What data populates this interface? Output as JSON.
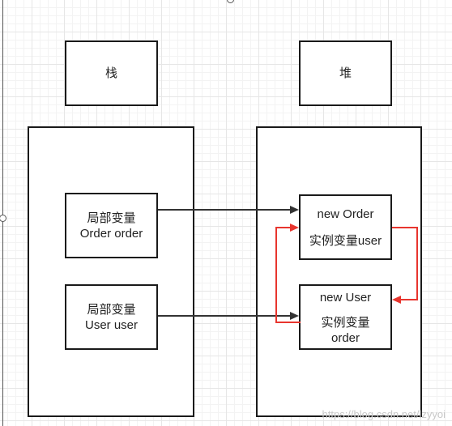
{
  "stack": {
    "title": "栈",
    "local_var_1": {
      "label": "局部变量",
      "value": "Order order"
    },
    "local_var_2": {
      "label": "局部变量",
      "value": "User user"
    }
  },
  "heap": {
    "title": "堆",
    "order_object": {
      "header": "new Order",
      "field": "实例变量user"
    },
    "user_object": {
      "header": "new User",
      "field_label": "实例变量",
      "field_name": "order"
    }
  },
  "watermark": "https://blog.csdn.net/lzyyoi",
  "colors": {
    "reference_arrow": "#333333",
    "cross_reference_arrow": "#e8352e"
  }
}
